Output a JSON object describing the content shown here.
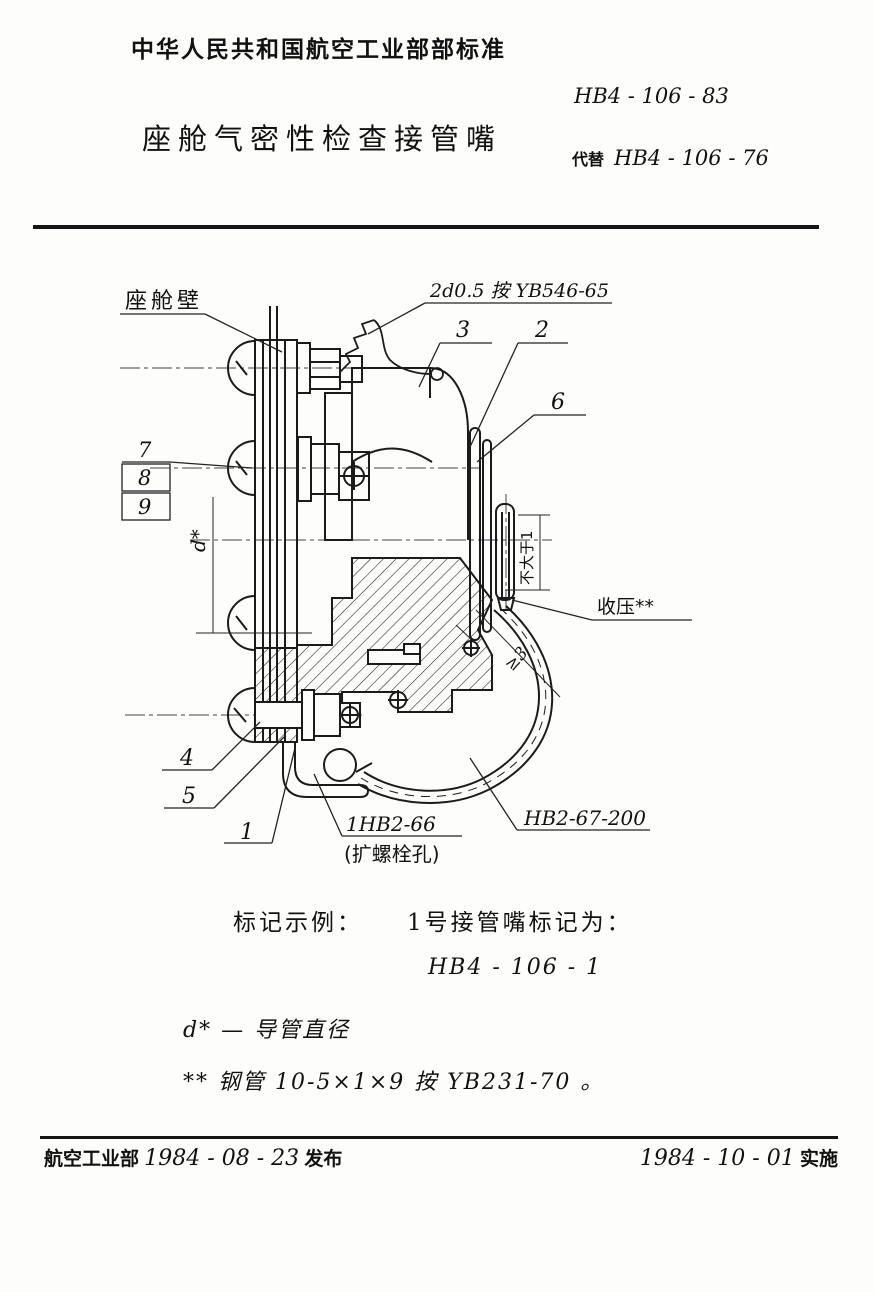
{
  "page": {
    "header": "中华人民共和国航空工业部部标准",
    "std_no": "HB4 - 106 - 83",
    "title": "座舱气密性检查接管嘴",
    "supersede_label": "代替",
    "supersede_no": "HB4 - 106 - 76"
  },
  "drawing": {
    "labels": {
      "cabin_wall": "座舱壁",
      "wire_spec": "2d0.5 按 YB546-65",
      "item_3": "3",
      "item_2": "2",
      "item_6": "6",
      "item_7": "7",
      "item_8": "8",
      "item_9": "9",
      "dim_d": "d*",
      "dim_max1": "不大于1",
      "crimp": "收压**",
      "dim_min3": "≥3",
      "item_4": "4",
      "item_5": "5",
      "item_1": "1",
      "bolt_hole_ref": "1HB2-66",
      "bolt_hole_note": "(扩螺栓孔)",
      "lanyard_ref": "HB2-67-200"
    }
  },
  "marking": {
    "example_label": "标记示例：",
    "example_text": "1号接管嘴标记为：",
    "example_code": "HB4 - 106 - 1"
  },
  "notes": {
    "note_d": "d* — 导管直径",
    "note_tube": "** 钢管 10-5×1×9 按 YB231-70 。"
  },
  "footer": {
    "issuer": "航空工业部",
    "issue_date": "1984 - 08 - 23",
    "issue_label": "发布",
    "impl_date": "1984 - 10 - 01",
    "impl_label": "实施"
  }
}
